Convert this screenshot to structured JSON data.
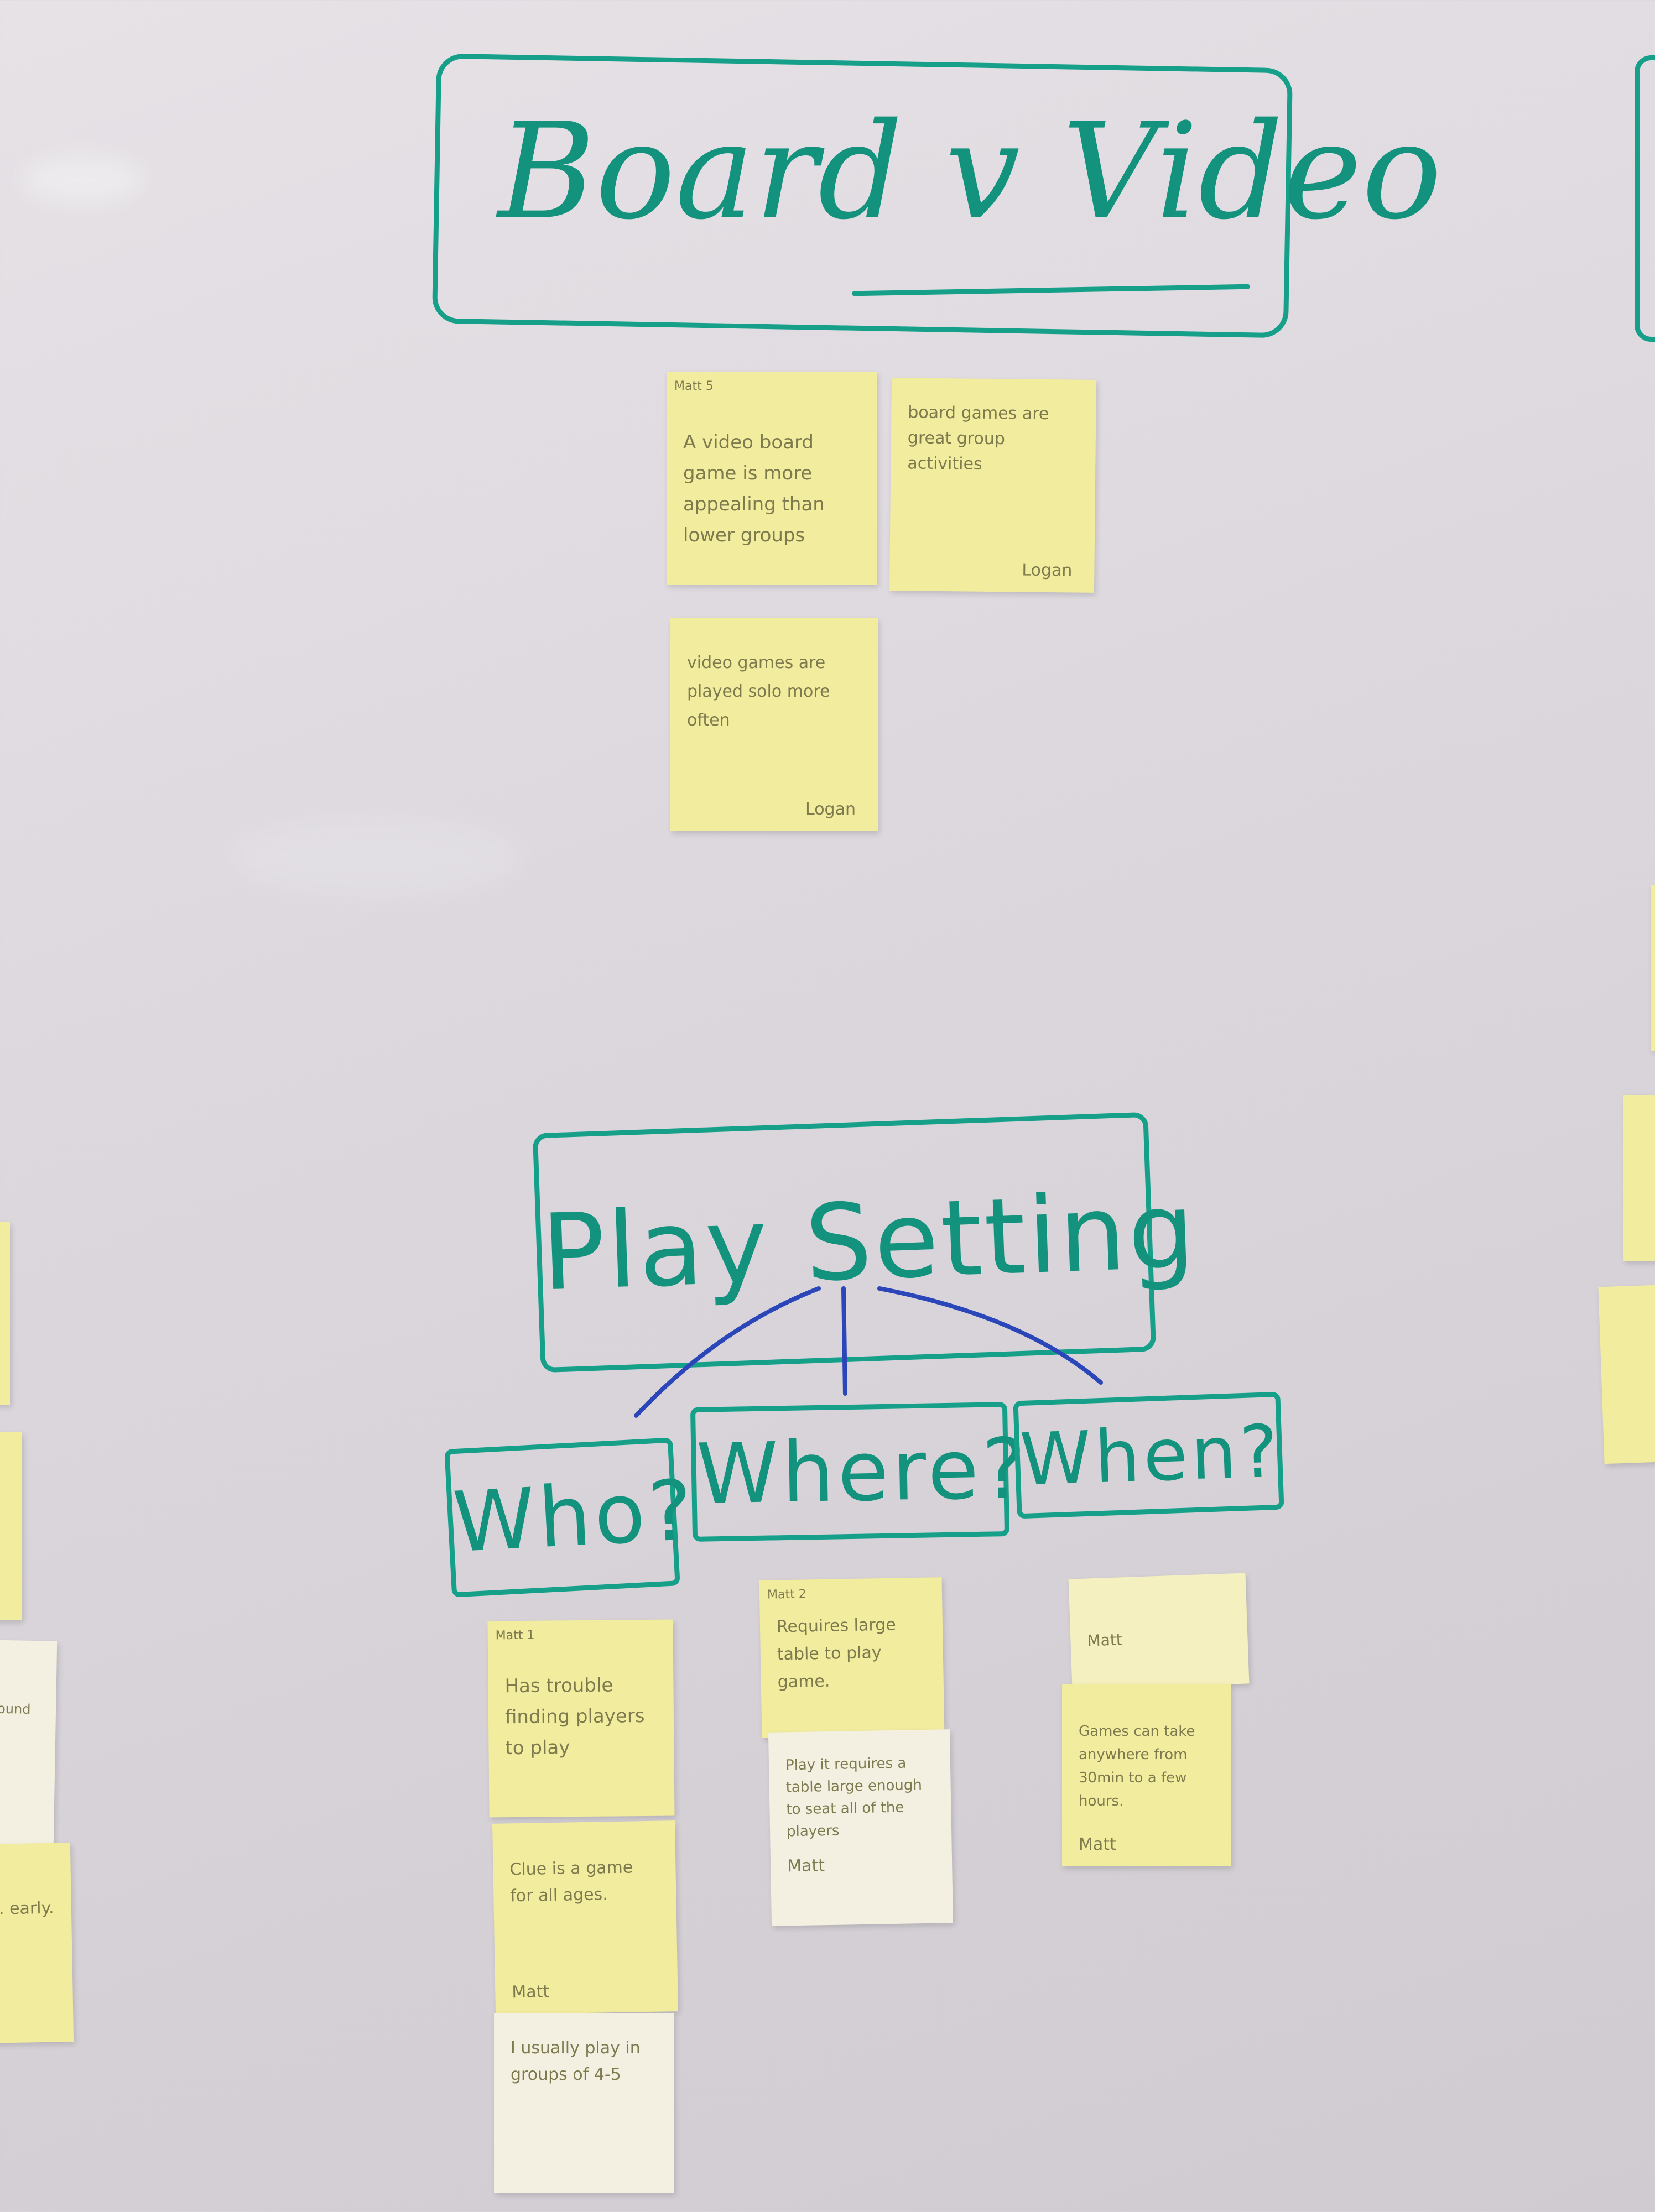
{
  "board": {
    "title": "Board v Video",
    "section": "Play Setting",
    "questions": [
      "Who?",
      "Where?",
      "When?"
    ]
  },
  "notes_top": {
    "n1": {
      "tag": "Matt 5",
      "text": "A video board game is more appealing than lower groups"
    },
    "n2": {
      "text": "board games are great group activities",
      "sig": "Logan"
    },
    "n3": {
      "text": "video games are played solo more often",
      "sig": "Logan"
    }
  },
  "notes_bottom": {
    "who1": {
      "tag": "Matt 1",
      "text": "Has trouble finding players to play"
    },
    "who2": {
      "text": "Clue is a game for all ages.",
      "sig": "Matt"
    },
    "who3": {
      "text": "I usually play in groups of 4-5"
    },
    "where1": {
      "tag": "Matt 2",
      "text": "Requires large table to play game."
    },
    "where2": {
      "text": "Play it requires a table large enough to seat all of the players",
      "sig": "Matt"
    },
    "when1": {
      "text": "Matt"
    },
    "when2": {
      "text": "Games can take anywhere from 30min to a few hours.",
      "sig": "Matt"
    }
  },
  "notes_edge": {
    "left1": {
      "text": "... around"
    },
    "left2": {
      "text": "... early."
    }
  },
  "colors": {
    "marker_green": "#16a08a",
    "marker_blue": "#2b46b8",
    "sticky_yellow": "#f2ec9e",
    "board_white": "#e2dee4"
  }
}
